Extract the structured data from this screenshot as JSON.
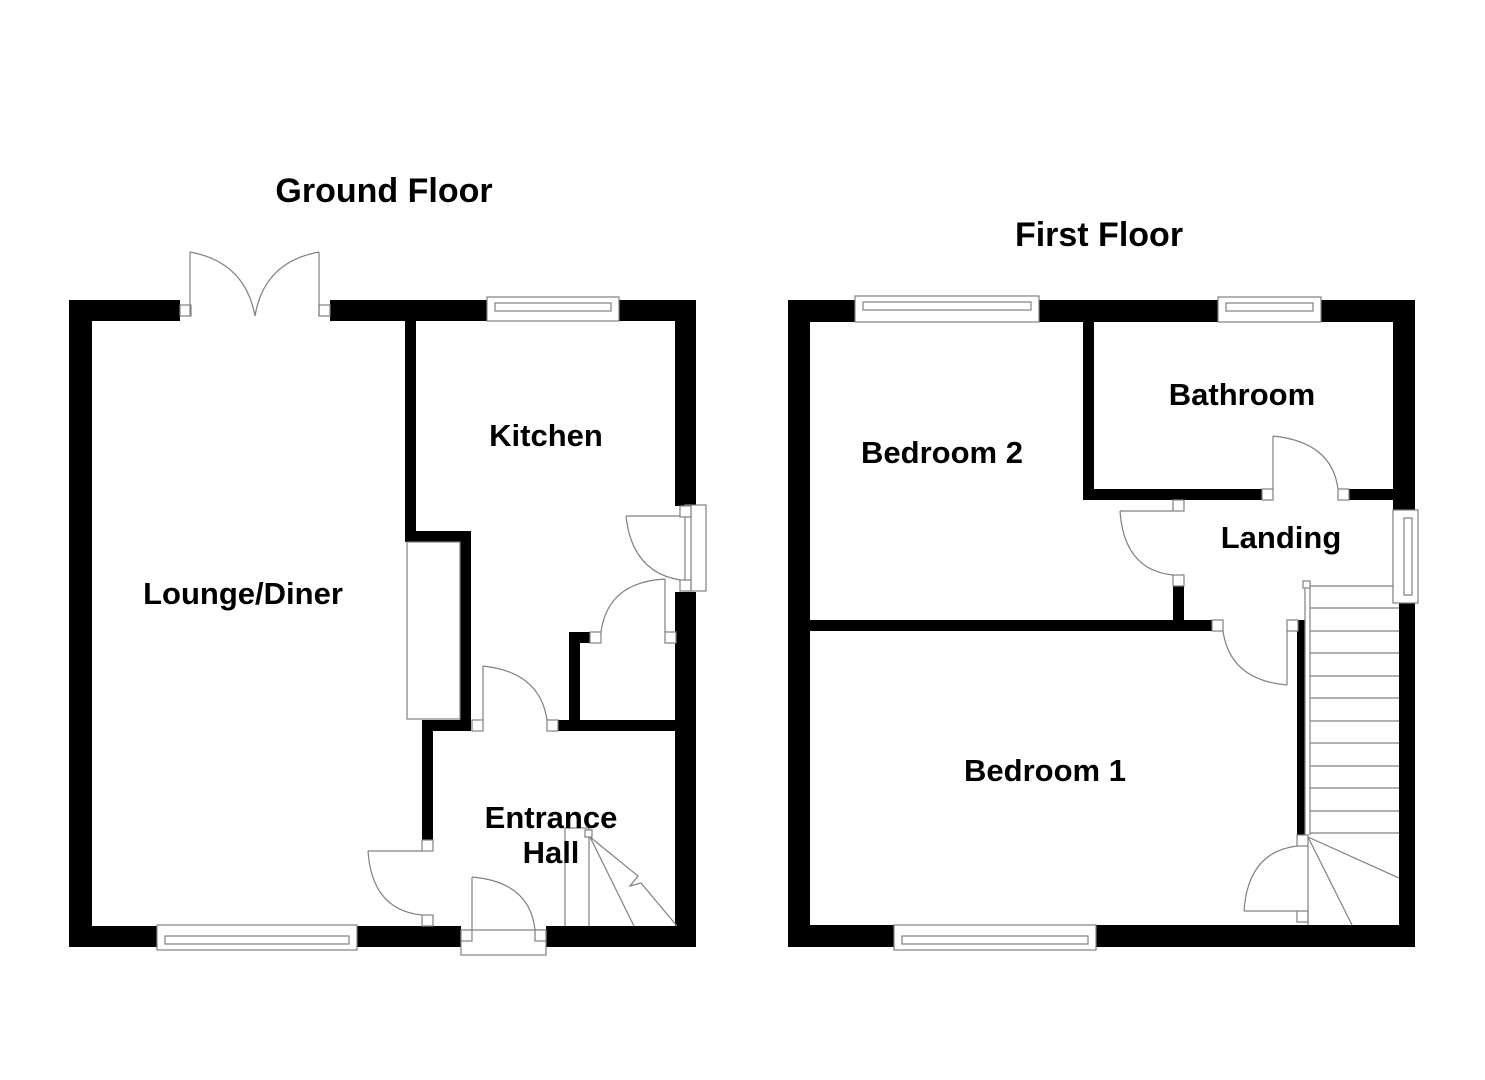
{
  "floors": {
    "ground": {
      "title": "Ground Floor",
      "rooms": {
        "lounge": "Lounge/Diner",
        "kitchen": "Kitchen",
        "hall_line1": "Entrance",
        "hall_line2": "Hall"
      }
    },
    "first": {
      "title": "First Floor",
      "rooms": {
        "bedroom2": "Bedroom 2",
        "bathroom": "Bathroom",
        "landing": "Landing",
        "bedroom1": "Bedroom 1"
      }
    }
  },
  "colors": {
    "wall": "#000000",
    "fixture_line": "#808080",
    "background": "#ffffff"
  }
}
